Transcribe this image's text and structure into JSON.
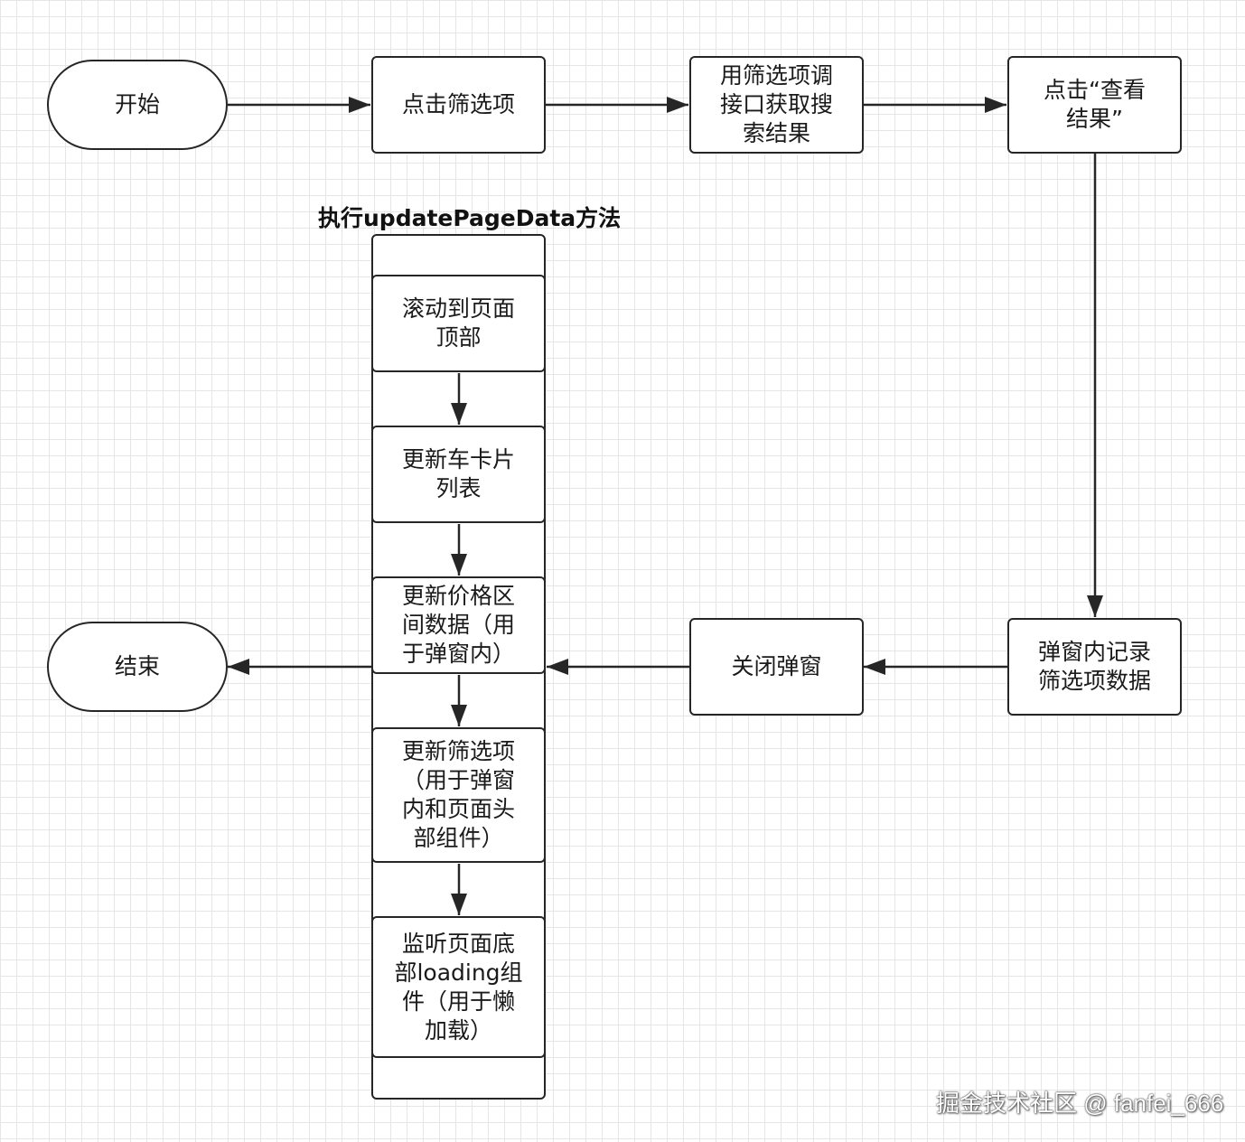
{
  "nodes": {
    "start": "开始",
    "click_filter": "点击筛选项",
    "call_api": "用筛选项调\n接口获取搜\n索结果",
    "click_view": "点击“查看\n结果”",
    "record_data": "弹窗内记录\n筛选项数据",
    "close_popup": "关闭弹窗",
    "end": "结束"
  },
  "method_container": {
    "title": "执行updatePageData方法",
    "steps": [
      "滚动到页面\n顶部",
      "更新车卡片\n列表",
      "更新价格区\n间数据（用\n于弹窗内）",
      "更新筛选项\n（用于弹窗\n内和页面头\n部组件）",
      "监听页面底\n部loading组\n件（用于懒\n加载）"
    ]
  },
  "watermark": "掘金技术社区 @ fanfei_666"
}
